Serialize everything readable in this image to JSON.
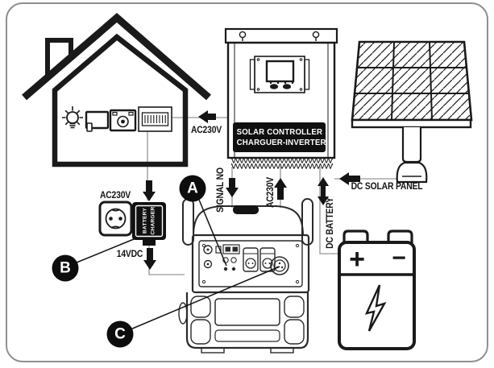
{
  "colors": {
    "ink": "#1a1a1a",
    "wire": "#a8a8a8",
    "label_bg": "#101010",
    "label_fg": "#ffffff",
    "frame_border": "#8f8f8f"
  },
  "house": {
    "output_label": "AC230V"
  },
  "controller": {
    "label_line1": "SOLAR CONTROLLER",
    "label_line2": "CHARGUER-INVERTER"
  },
  "solar_panel": {
    "feed_label": "DC SOLAR PANEL"
  },
  "charger": {
    "mains_label": "AC230V",
    "device_line1": "BATTERY",
    "device_line2": "CHARGER",
    "output_label": "14VDC"
  },
  "generator": {
    "signal_label": "SIGNAL NO",
    "ac_label": "AC230V"
  },
  "battery": {
    "link_label": "DC BATTERY",
    "plus": "+",
    "minus": "−"
  },
  "callouts": {
    "a": "A",
    "b": "B",
    "c": "C"
  }
}
